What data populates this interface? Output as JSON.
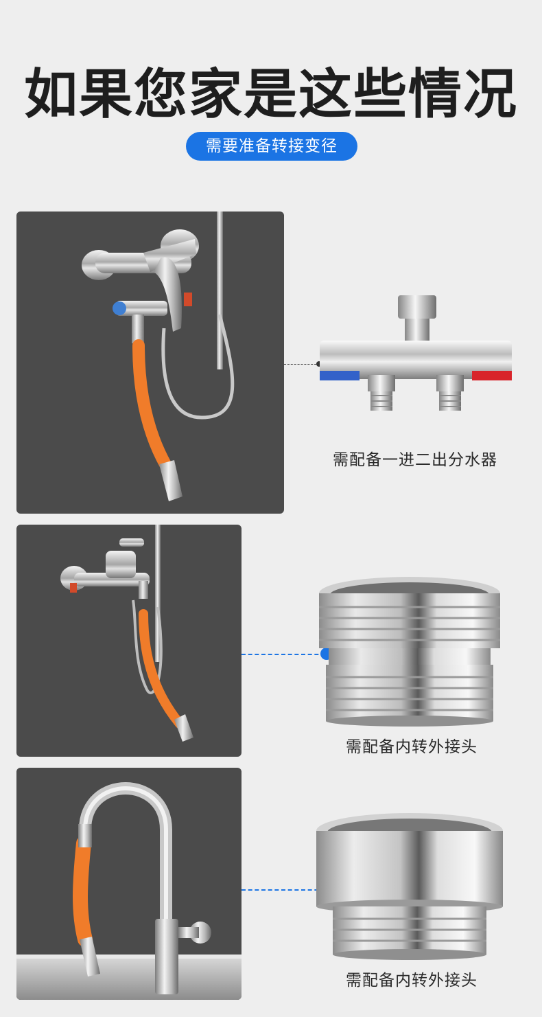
{
  "header": {
    "title": "如果您家是这些情况",
    "badge": "需要准备转接变径"
  },
  "items": [
    {
      "caption": "需配备一进二出分水器",
      "scene": "wall-shower-mixer",
      "product": "y-splitter-valve"
    },
    {
      "caption": "需配备内转外接头",
      "scene": "wall-bath-faucet",
      "product": "male-thread-adapter"
    },
    {
      "caption": "需配备内转外接头",
      "scene": "kitchen-gooseneck-faucet",
      "product": "female-to-male-adapter"
    }
  ],
  "colors": {
    "accent": "#1b74e4",
    "panel": "#4b4b4b",
    "hose": "#f07c2a",
    "background": "#eeeeee"
  }
}
